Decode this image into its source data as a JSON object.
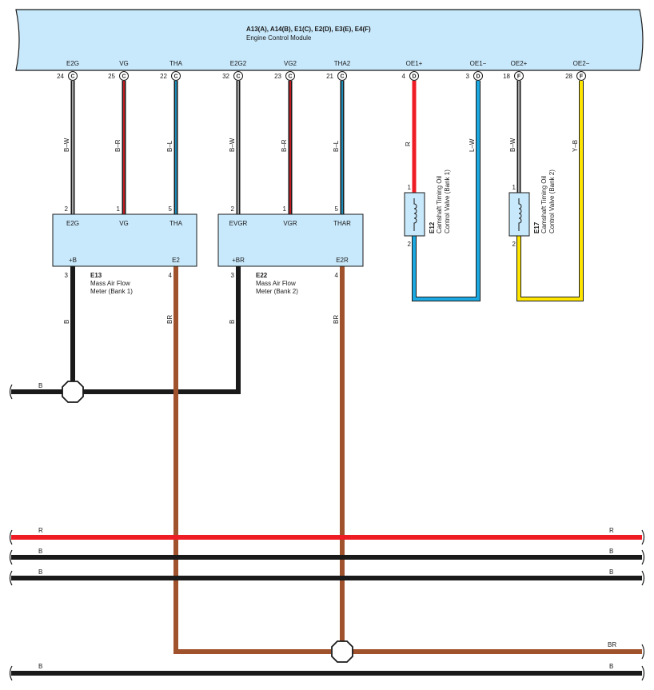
{
  "ecm": {
    "connector_codes": "A13(A), A14(B), E1(C), E2(D), E3(E), E4(F)",
    "name": "Engine Control Module",
    "fill": "#c8e8fb"
  },
  "ecm_pins": [
    {
      "signal": "E2G",
      "pin": "24",
      "connector": "C"
    },
    {
      "signal": "VG",
      "pin": "25",
      "connector": "C"
    },
    {
      "signal": "THA",
      "pin": "22",
      "connector": "C"
    },
    {
      "signal": "E2G2",
      "pin": "32",
      "connector": "C"
    },
    {
      "signal": "VG2",
      "pin": "23",
      "connector": "C"
    },
    {
      "signal": "THA2",
      "pin": "21",
      "connector": "C"
    },
    {
      "signal": "OE1+",
      "pin": "4",
      "connector": "D"
    },
    {
      "signal": "OE1−",
      "pin": "3",
      "connector": "D"
    },
    {
      "signal": "OE2+",
      "pin": "18",
      "connector": "F"
    },
    {
      "signal": "OE2−",
      "pin": "28",
      "connector": "F"
    }
  ],
  "wire_codes": [
    "B–W",
    "B–R",
    "B–L",
    "B–W",
    "B–R",
    "B–L",
    "R",
    "L–W",
    "B–W",
    "Y–B"
  ],
  "components": {
    "e13": {
      "id": "E13",
      "desc_line1": "Mass Air Flow",
      "desc_line2": "Meter (Bank 1)",
      "top_pins": [
        {
          "num": "2",
          "label": "E2G"
        },
        {
          "num": "1",
          "label": "VG"
        },
        {
          "num": "5",
          "label": "THA"
        }
      ],
      "bottom_pins": [
        {
          "num": "3",
          "label": "+B"
        },
        {
          "num": "4",
          "label": "E2"
        }
      ]
    },
    "e22": {
      "id": "E22",
      "desc_line1": "Mass Air Flow",
      "desc_line2": "Meter (Bank 2)",
      "top_pins": [
        {
          "num": "2",
          "label": "EVGR"
        },
        {
          "num": "1",
          "label": "VGR"
        },
        {
          "num": "5",
          "label": "THAR"
        }
      ],
      "bottom_pins": [
        {
          "num": "3",
          "label": "+BR"
        },
        {
          "num": "4",
          "label": "E2R"
        }
      ]
    },
    "e12": {
      "id": "E12",
      "desc_line1": "Camshaft Timing Oil",
      "desc_line2": "Control Valve (Bank 1)",
      "pin_top": "1",
      "pin_bottom": "2"
    },
    "e17": {
      "id": "E17",
      "desc_line1": "Camshaft Timing Oil",
      "desc_line2": "Control Valve (Bank 2)",
      "pin_top": "1",
      "pin_bottom": "2"
    }
  },
  "lower_wire_codes": {
    "e13_plus": "B",
    "e13_gnd": "BR",
    "e22_plus": "B",
    "e22_gnd": "BR"
  },
  "buses": {
    "b_top": "B",
    "r_left": "R",
    "r_right": "R",
    "b1_left": "B",
    "b1_right": "B",
    "b2_left": "B",
    "b2_right": "B",
    "br_right": "BR",
    "b_bottom_left": "B",
    "b_bottom_right": "B"
  },
  "colors": {
    "black": "#1a1a1a",
    "red": "#ee1c25",
    "blue": "#1ca9e1",
    "yellow": "#ffe600",
    "brown": "#a0522d",
    "component_fill": "#c8e8fb"
  }
}
